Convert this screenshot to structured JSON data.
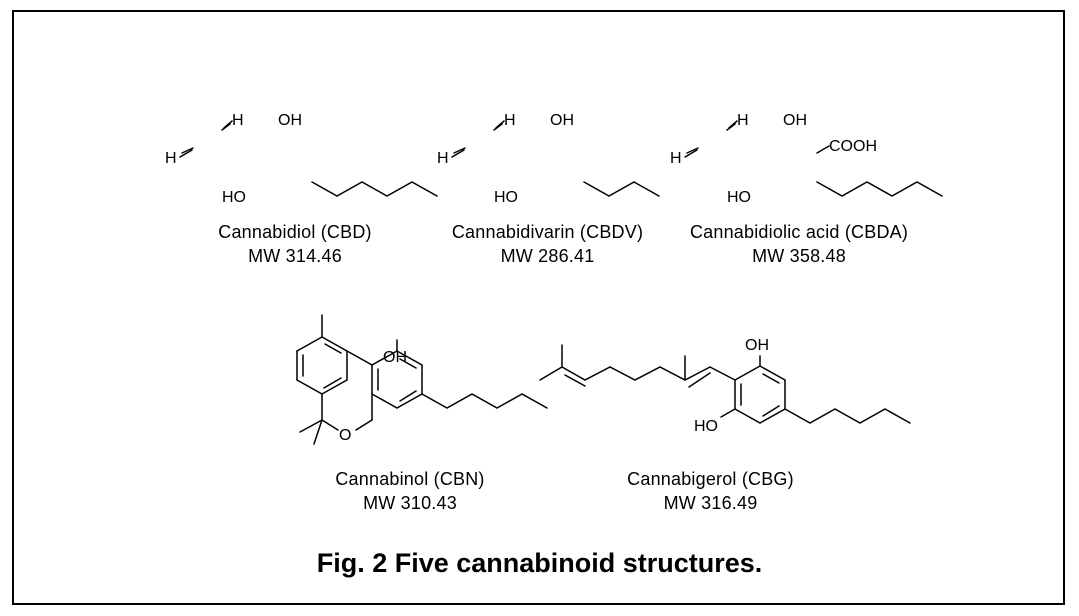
{
  "compounds": [
    {
      "name": "Cannabidiol (CBD)",
      "mw": "MW 314.46"
    },
    {
      "name": "Cannabidivarin (CBDV)",
      "mw": "MW 286.41"
    },
    {
      "name": "Cannabidiolic acid (CBDA)",
      "mw": "MW 358.48"
    },
    {
      "name": "Cannabinol (CBN)",
      "mw": "MW 310.43"
    },
    {
      "name": "Cannabigerol (CBG)",
      "mw": "MW 316.49"
    }
  ],
  "atoms": {
    "h": "H",
    "oh": "OH",
    "ho": "HO",
    "o": "O",
    "cooh": "COOH"
  },
  "figure_caption": "Fig. 2  Five cannabinoid structures."
}
